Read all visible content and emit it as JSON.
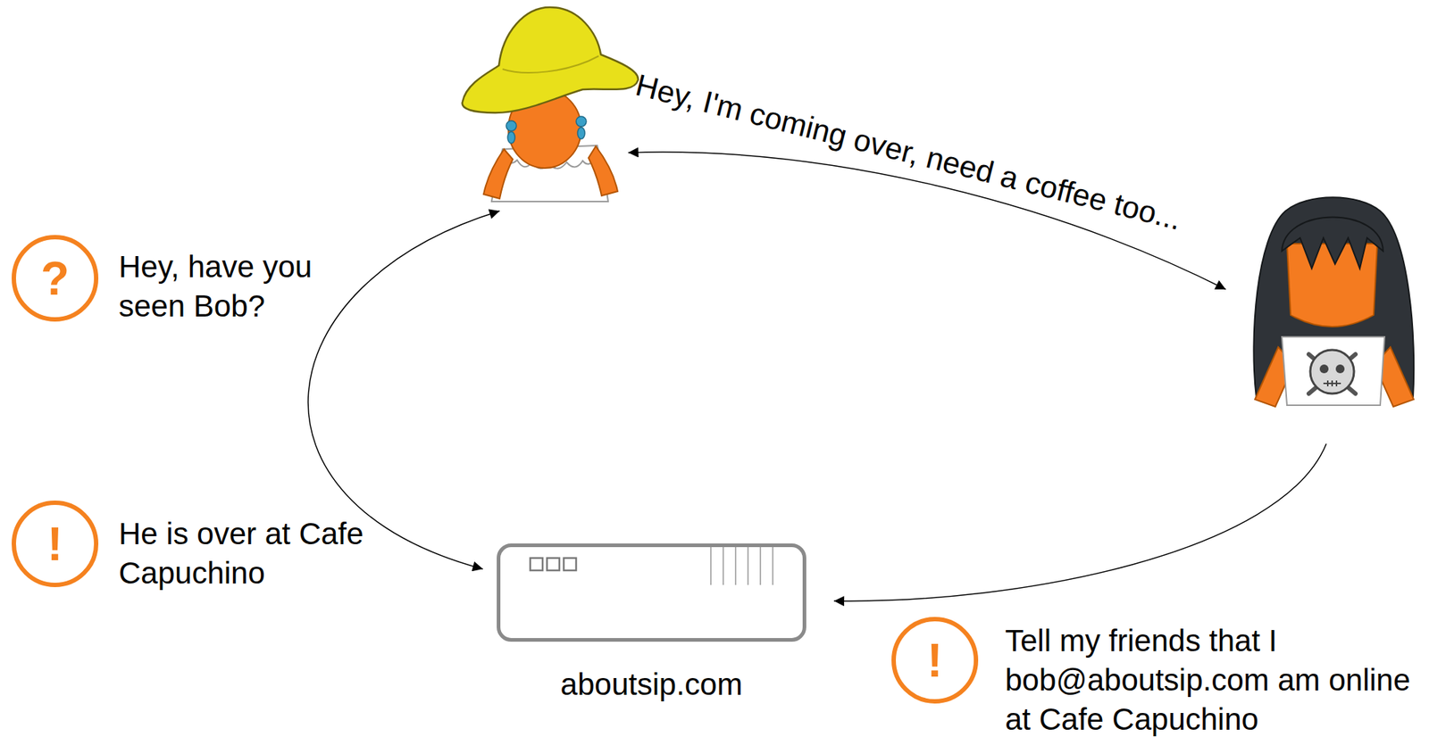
{
  "diagram": {
    "nodes": [
      {
        "text": []
      },
      {
        "text": []
      },
      {
        "text": [
          "?",
          "Hey, have you seen Bob?"
        ]
      },
      {
        "text": [
          "!",
          "He is over at Cafe Capuchino"
        ]
      },
      {
        "text": [
          "aboutsip.com"
        ]
      },
      {
        "text": [
          "!",
          "Tell my friends that I bob@aboutsip.com am online at Cafe Capuchino"
        ]
      }
    ],
    "edges": [
      {
        "from": 0,
        "to": 1,
        "arrow": "both",
        "label": "Hey, I'm coming over, need a coffee too..."
      },
      {
        "from": 0,
        "to": 4,
        "arrow": "both"
      },
      {
        "from": 1,
        "to": 4,
        "arrow": "to"
      }
    ]
  }
}
